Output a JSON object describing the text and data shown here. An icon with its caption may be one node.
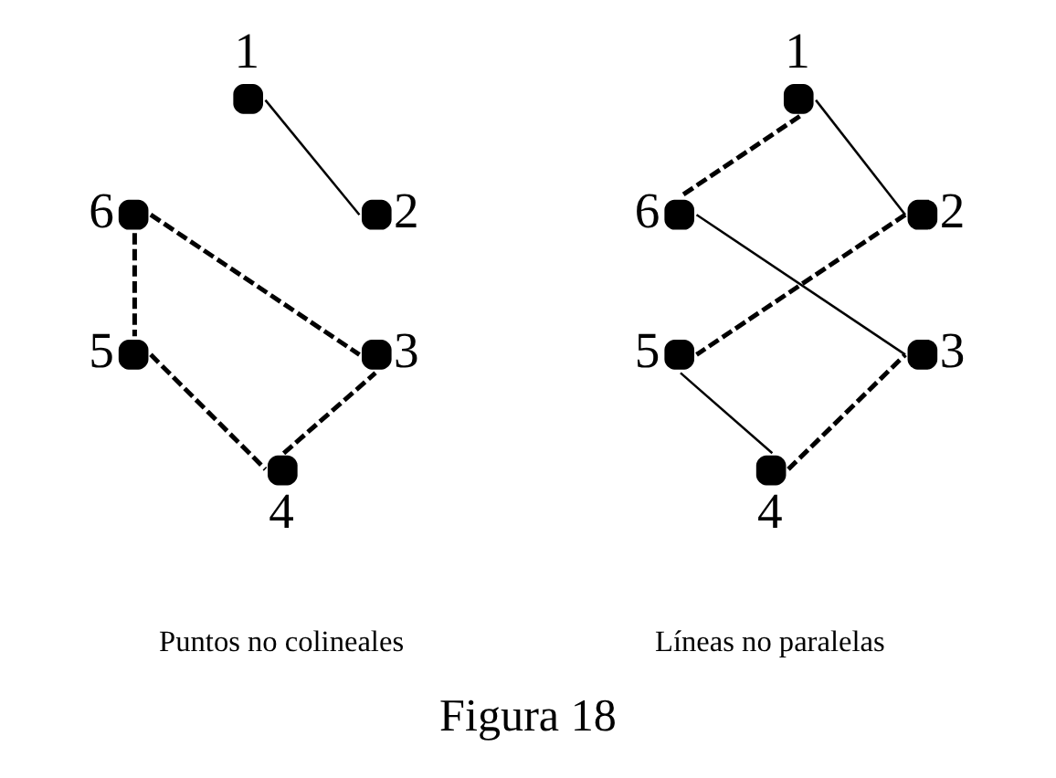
{
  "diagram": {
    "caption": "Figura 18",
    "nodes": [
      {
        "text": [],
        "shape": "circle",
        "beside": [
          "1"
        ]
      },
      {
        "text": [],
        "shape": "circle",
        "beside": [
          "2"
        ]
      },
      {
        "text": [],
        "shape": "circle",
        "beside": [
          "6"
        ]
      },
      {
        "text": [],
        "shape": "circle",
        "beside": [
          "5"
        ]
      },
      {
        "text": [],
        "shape": "circle",
        "beside": [
          "3"
        ]
      },
      {
        "text": [],
        "shape": "circle",
        "beside": [
          "4"
        ]
      },
      {
        "text": [],
        "shape": "circle",
        "beside": [
          "1"
        ]
      },
      {
        "text": [],
        "shape": "circle",
        "beside": [
          "6"
        ]
      },
      {
        "text": [],
        "shape": "circle",
        "beside": [
          "2"
        ]
      },
      {
        "text": [],
        "shape": "circle",
        "beside": [
          "5"
        ]
      },
      {
        "text": [],
        "shape": "circle",
        "beside": [
          "3"
        ]
      },
      {
        "text": [],
        "shape": "circle",
        "beside": [
          "4"
        ]
      }
    ],
    "edges": [
      {
        "from": 0,
        "to": 1,
        "arrow": "none"
      },
      {
        "from": 2,
        "to": 4,
        "arrow": "none",
        "style": "dashed"
      },
      {
        "from": 2,
        "to": 3,
        "arrow": "none",
        "style": "dashed"
      },
      {
        "from": 3,
        "to": 5,
        "arrow": "none",
        "style": "dashed"
      },
      {
        "from": 5,
        "to": 4,
        "arrow": "none",
        "style": "dashed"
      },
      {
        "from": 6,
        "to": 7,
        "arrow": "none",
        "style": "dashed"
      },
      {
        "from": 6,
        "to": 8,
        "arrow": "none"
      },
      {
        "from": 8,
        "to": 9,
        "arrow": "none",
        "style": "dashed"
      },
      {
        "from": 7,
        "to": 10,
        "arrow": "none"
      },
      {
        "from": 9,
        "to": 11,
        "arrow": "none"
      },
      {
        "from": 11,
        "to": 10,
        "arrow": "none",
        "style": "dashed"
      }
    ],
    "labels": [
      "Puntos no colineales",
      "Líneas no paralelas"
    ]
  }
}
